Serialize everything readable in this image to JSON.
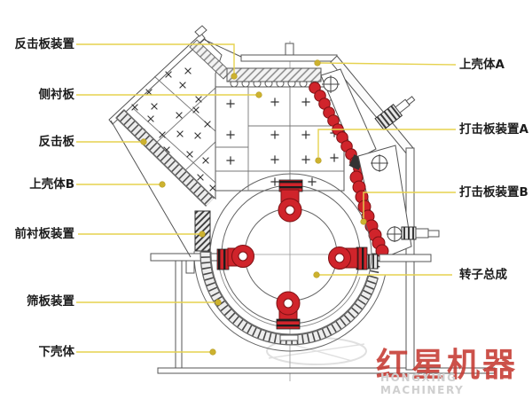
{
  "labels": {
    "left": [
      {
        "text": "反击板装置"
      },
      {
        "text": "侧衬板"
      },
      {
        "text": "反击板"
      },
      {
        "text": "上壳体B"
      },
      {
        "text": "前衬板装置"
      },
      {
        "text": "筛板装置"
      },
      {
        "text": "下壳体"
      }
    ],
    "right": [
      {
        "text": "上壳体A"
      },
      {
        "text": "打击板装置A"
      },
      {
        "text": "打击板装置B"
      },
      {
        "text": "转子总成"
      }
    ]
  },
  "watermark": {
    "brand_cn": "红星机器",
    "brand_en": "HONGXING MACHINERY"
  },
  "colors": {
    "leader": "#e6d24f",
    "dot": "#cdb22f",
    "part-red": "#d0242b",
    "watermark-red": "#c63a32",
    "watermark-gray": "#cfcfcf"
  }
}
